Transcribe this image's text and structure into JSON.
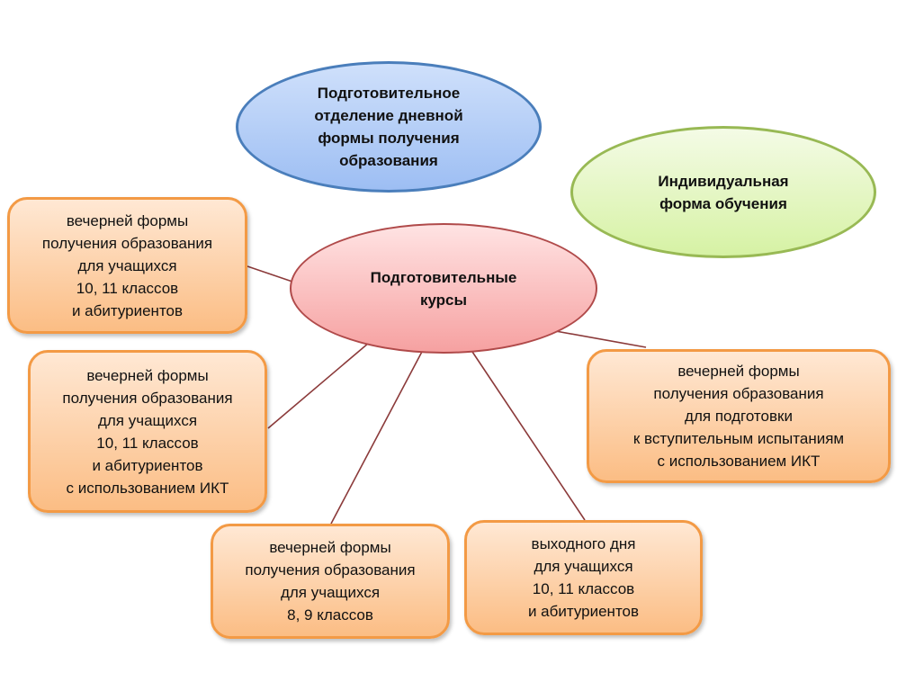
{
  "nodes": {
    "day_department": "Подготовительное\nотделение дневной\nформы получения\nобразования",
    "individual": "Индивидуальная\nформа обучения",
    "center": "Подготовительные\nкурсы",
    "evening_10_11": "вечерней формы\nполучения образования\nдля учащихся\n10, 11 классов\nи абитуриентов",
    "evening_10_11_ict": "вечерней формы\nполучения образования\nдля учащихся\n10, 11 классов\nи абитуриентов\nс использованием ИКТ",
    "evening_8_9": "вечерней формы\nполучения образования\nдля учащихся\n8, 9 классов",
    "weekend": "выходного дня\nдля учащихся\n10, 11 классов\nи абитуриентов",
    "evening_exams_ict": "вечерней формы\nполучения образования\nдля подготовки\nк вступительным испытаниям\nс использованием ИКТ"
  },
  "colors": {
    "connector": "#8b3a3a",
    "box_border": "#f39a45"
  }
}
